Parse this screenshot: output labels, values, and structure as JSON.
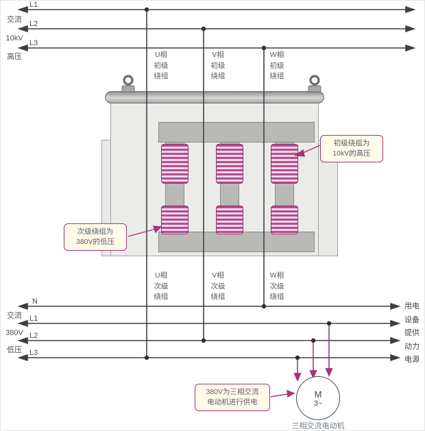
{
  "colors": {
    "magenta": "#a23579",
    "wire": "#3f3f3f",
    "callout_bg": "#fffbe8",
    "tank_fill": "#e9e9e7",
    "core_fill": "#b9b9b7",
    "coil_stripe": "#b44e8e"
  },
  "hv": {
    "side_label": [
      "交流",
      "10kV",
      "高压"
    ],
    "lines": [
      "L1",
      "L2",
      "L3"
    ]
  },
  "lv": {
    "side_label": [
      "交流",
      "380V",
      "低压"
    ],
    "lines": [
      "N",
      "L1",
      "L2",
      "L3"
    ]
  },
  "primary_windings": [
    {
      "lines": [
        "U相",
        "初级",
        "绕组"
      ]
    },
    {
      "lines": [
        "V相",
        "初级",
        "绕组"
      ]
    },
    {
      "lines": [
        "W相",
        "初级",
        "绕组"
      ]
    }
  ],
  "secondary_windings": [
    {
      "lines": [
        "U相",
        "次级",
        "绕组"
      ]
    },
    {
      "lines": [
        "V相",
        "次级",
        "绕组"
      ]
    },
    {
      "lines": [
        "W相",
        "次级",
        "绕组"
      ]
    }
  ],
  "callouts": {
    "primary": [
      "初级绕组为",
      "10kV的高压"
    ],
    "secondary": [
      "次级绕组为",
      "380V的低压"
    ],
    "motor": [
      "380V为三相交流",
      "电动机进行供电"
    ]
  },
  "load_label": [
    "用电",
    "设备",
    "提供",
    "动力",
    "电源"
  ],
  "motor": {
    "letter": "M",
    "phases": "3~",
    "caption": "三相交流电动机"
  }
}
